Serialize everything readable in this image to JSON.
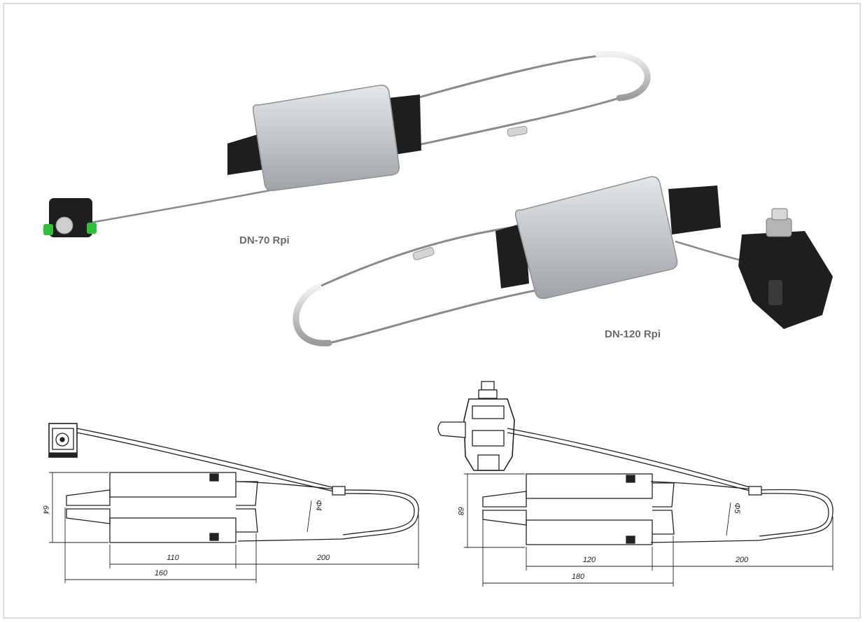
{
  "labels": {
    "clamp1": "DN-70 Rpi",
    "clamp2": "DN-120 Rpi"
  },
  "drawing1": {
    "height": "64",
    "diameter": "Φ4",
    "body_length": "110",
    "loop_length": "200",
    "total_length": "160"
  },
  "drawing2": {
    "height": "68",
    "diameter": "Φ5",
    "body_length": "120",
    "loop_length": "200",
    "total_length": "180"
  },
  "colors": {
    "frame": "#dcdcdc",
    "label": "#6b6b6b",
    "aluminium": "#c9ccd0",
    "plastic": "#1e1e1e",
    "accent_green": "#2fbf3a"
  }
}
